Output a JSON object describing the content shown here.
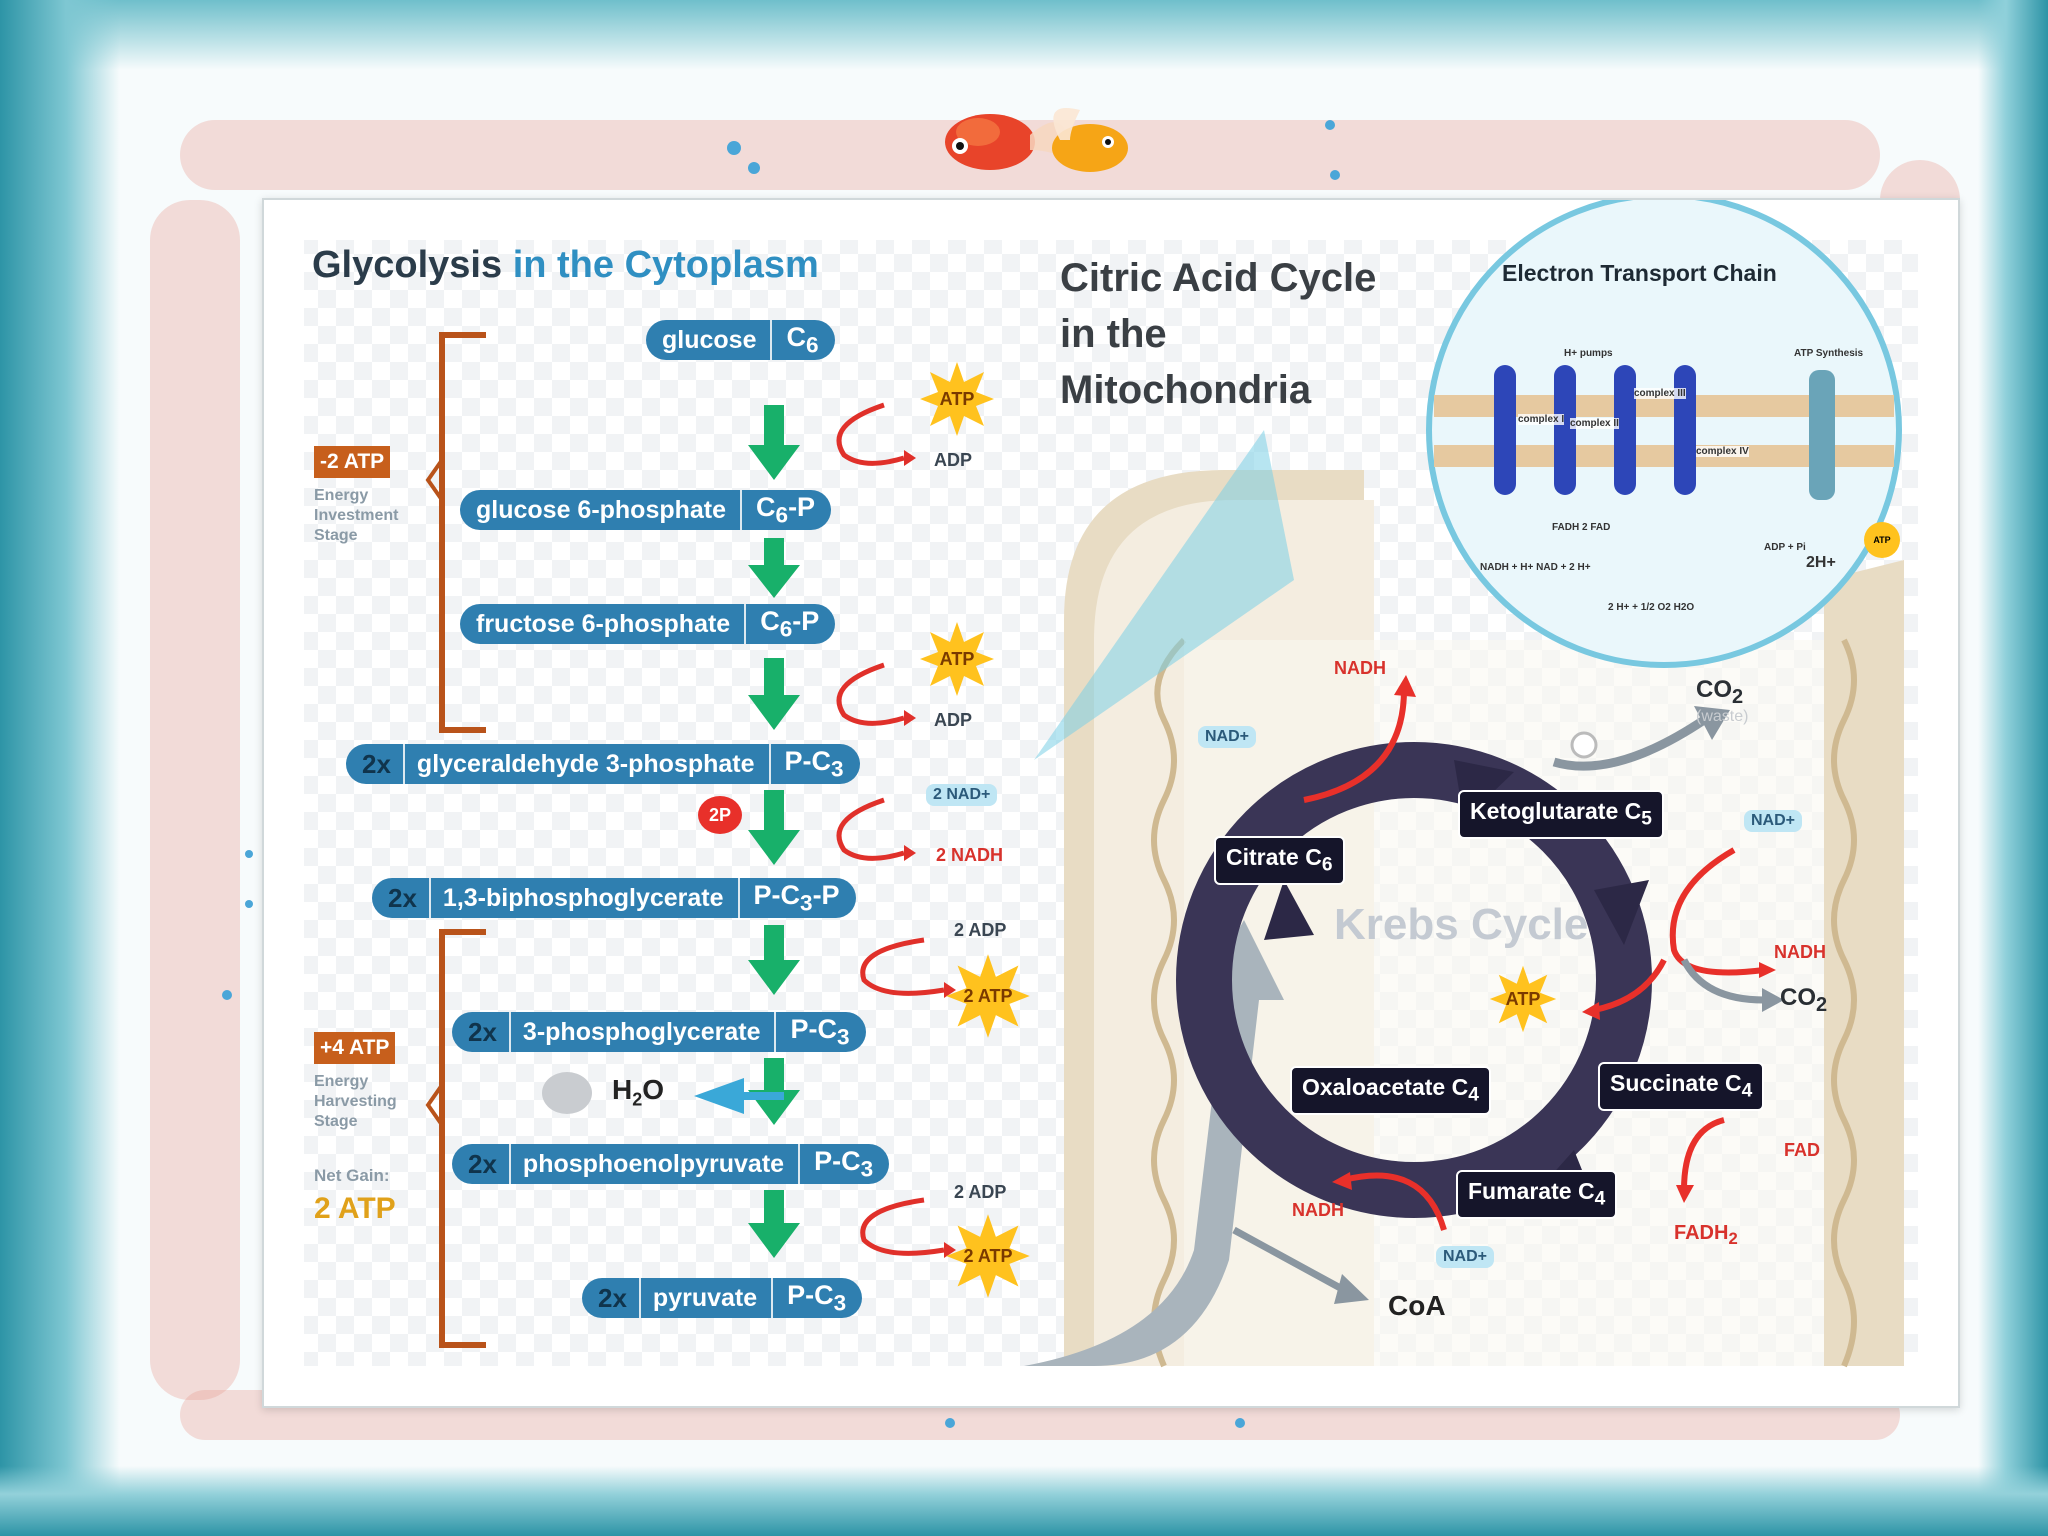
{
  "glycolysis": {
    "title_part1": "Glycolysis",
    "title_part2": "in the Cytoplasm",
    "molecules": [
      {
        "name": "glucose",
        "formula": "C",
        "sub": "6",
        "suffix": "",
        "multiplier": ""
      },
      {
        "name": "glucose 6-phosphate",
        "formula": "C",
        "sub": "6",
        "suffix": "-P",
        "multiplier": ""
      },
      {
        "name": "fructose 6-phosphate",
        "formula": "C",
        "sub": "6",
        "suffix": "-P",
        "multiplier": ""
      },
      {
        "name": "glyceraldehyde 3-phosphate",
        "formula": "P-C",
        "sub": "3",
        "suffix": "",
        "multiplier": "2x"
      },
      {
        "name": "1,3-biphosphoglycerate",
        "formula": "P-C",
        "sub": "3",
        "suffix": "-P",
        "multiplier": "2x"
      },
      {
        "name": "3-phosphoglycerate",
        "formula": "P-C",
        "sub": "3",
        "suffix": "",
        "multiplier": "2x"
      },
      {
        "name": "phosphoenolpyruvate",
        "formula": "P-C",
        "sub": "3",
        "suffix": "",
        "multiplier": "2x"
      },
      {
        "name": "pyruvate",
        "formula": "P-C",
        "sub": "3",
        "suffix": "",
        "multiplier": "2x"
      }
    ],
    "investment_badge": "-2 ATP",
    "investment_label": [
      "Energy",
      "Investment",
      "Stage"
    ],
    "harvesting_badge": "+4 ATP",
    "harvesting_label": [
      "Energy",
      "Harvesting",
      "Stage"
    ],
    "net_gain_label": "Net Gain:",
    "net_gain_value": "2 ATP",
    "atp": "ATP",
    "adp": "ADP",
    "two_atp": "2 ATP",
    "two_adp": "2 ADP",
    "two_nad": "2 NAD+",
    "two_nadh": "2 NADH",
    "two_p": "2P",
    "water": "H",
    "water_sub": "2",
    "water_end": "O"
  },
  "citric": {
    "title_lines": [
      "Citric Acid Cycle",
      "in the",
      "Mitochondria"
    ],
    "krebs_title": "Krebs Cycle",
    "boxes": [
      {
        "name": "Citrate",
        "c": "C",
        "sub": "6"
      },
      {
        "name": "Ketoglutarate",
        "c": "C",
        "sub": "5"
      },
      {
        "name": "Succinate",
        "c": "C",
        "sub": "4"
      },
      {
        "name": "Fumarate",
        "c": "C",
        "sub": "4"
      },
      {
        "name": "Oxaloacetate",
        "c": "C",
        "sub": "4"
      }
    ],
    "nad_plus": "NAD+",
    "nadh": "NADH",
    "fad": "FAD",
    "fadh": "FADH",
    "fadh_sub": "2",
    "atp": "ATP",
    "co2": "CO",
    "co2_sub": "2",
    "waste": "(waste)",
    "coa": "CoA"
  },
  "etc": {
    "title": "Electron Transport Chain",
    "labels": {
      "pumps": "H+ pumps",
      "synthesis": "ATP Synthesis",
      "complex1": "complex I",
      "complex2": "complex II",
      "complex3": "complex III",
      "complex4": "complex IV",
      "fadh": "FADH 2  FAD",
      "nadh": "NADH + H+   NAD + 2 H+",
      "water": "2 H+ + 1/2 O2   H2O",
      "adp": "ADP + Pi",
      "twoh": "2H+",
      "atp": "ATP"
    }
  }
}
